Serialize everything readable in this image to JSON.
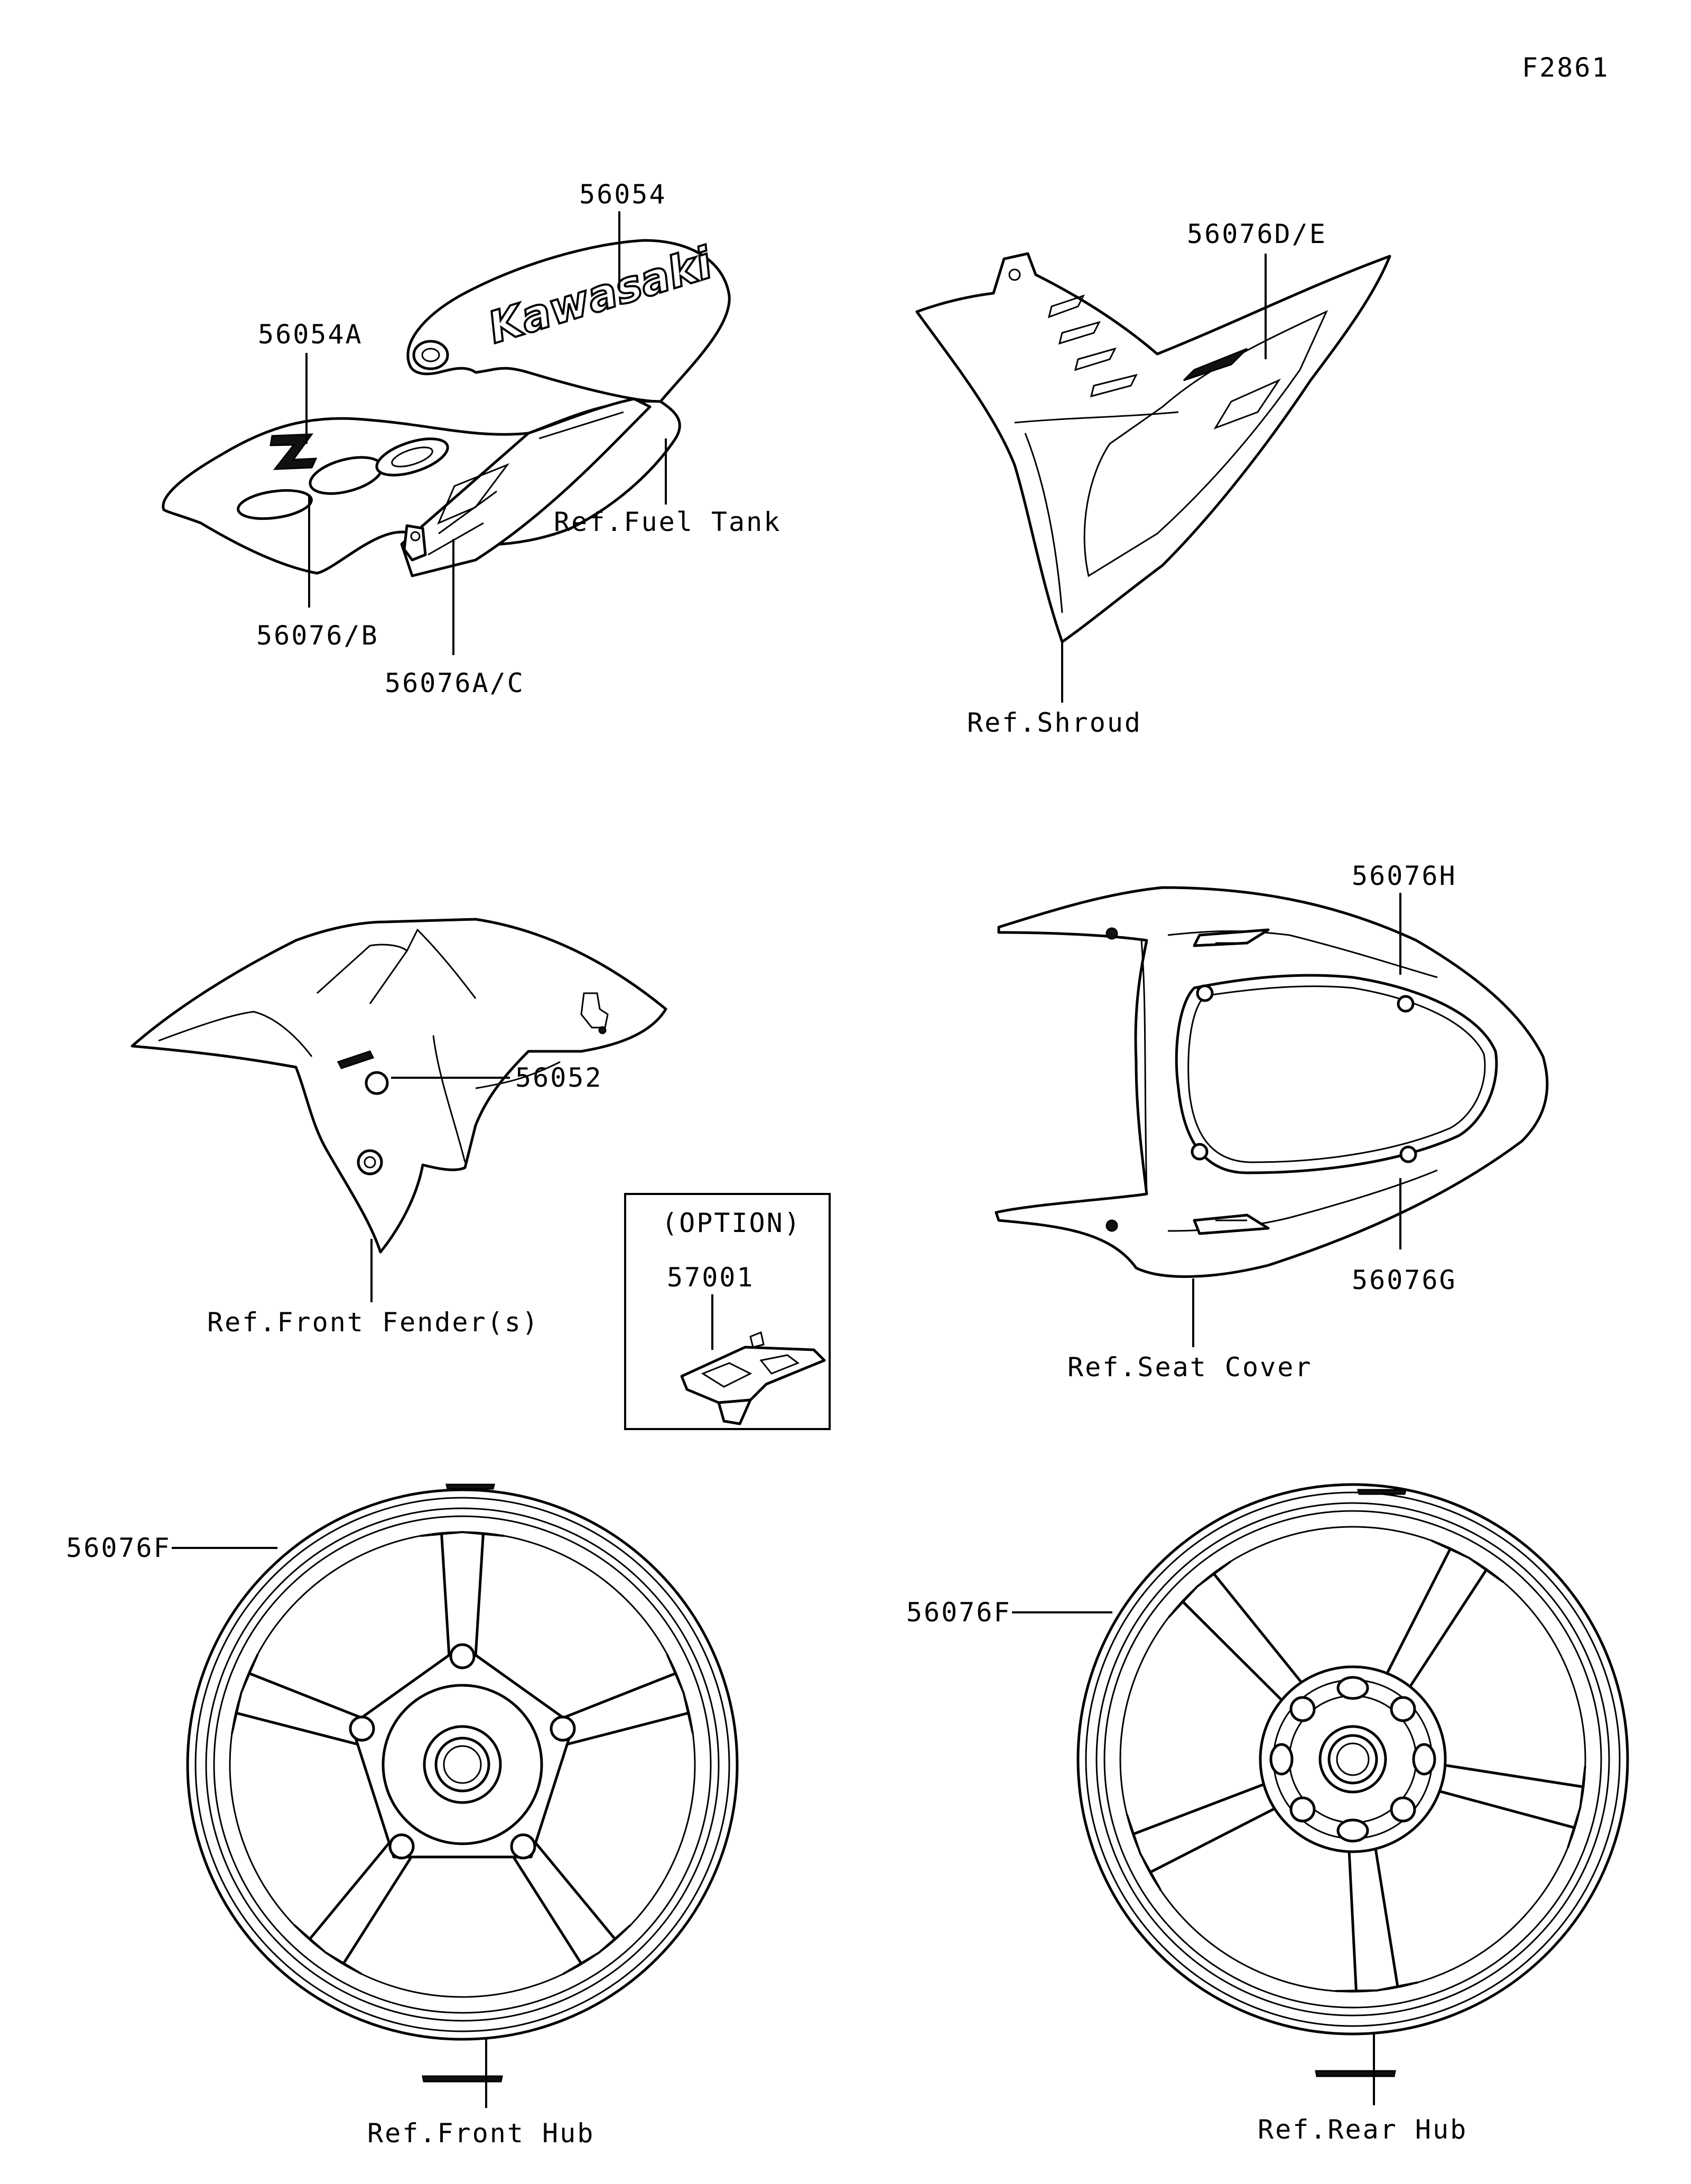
{
  "diagram_code": "F2861",
  "labels": {
    "fuel_tank_logo": "56054",
    "fuel_tank_side": "56054A",
    "fuel_tank_under_left": "56076/B",
    "fuel_tank_under_right": "56076A/C",
    "ref_fuel_tank": "Ref.Fuel Tank",
    "shroud_decal": "56076D/E",
    "ref_shroud": "Ref.Shroud",
    "fender_decal": "56052",
    "ref_front_fender": "Ref.Front Fender(s)",
    "seat_cover_top": "56076H",
    "seat_cover_bottom": "56076G",
    "ref_seat_cover": "Ref.Seat Cover",
    "option_title": "(OPTION)",
    "option_part": "57001",
    "front_wheel_decal": "56076F",
    "ref_front_hub": "Ref.Front Hub",
    "rear_wheel_decal": "56076F",
    "ref_rear_hub": "Ref.Rear Hub"
  },
  "logo_text": "Kawasaki"
}
